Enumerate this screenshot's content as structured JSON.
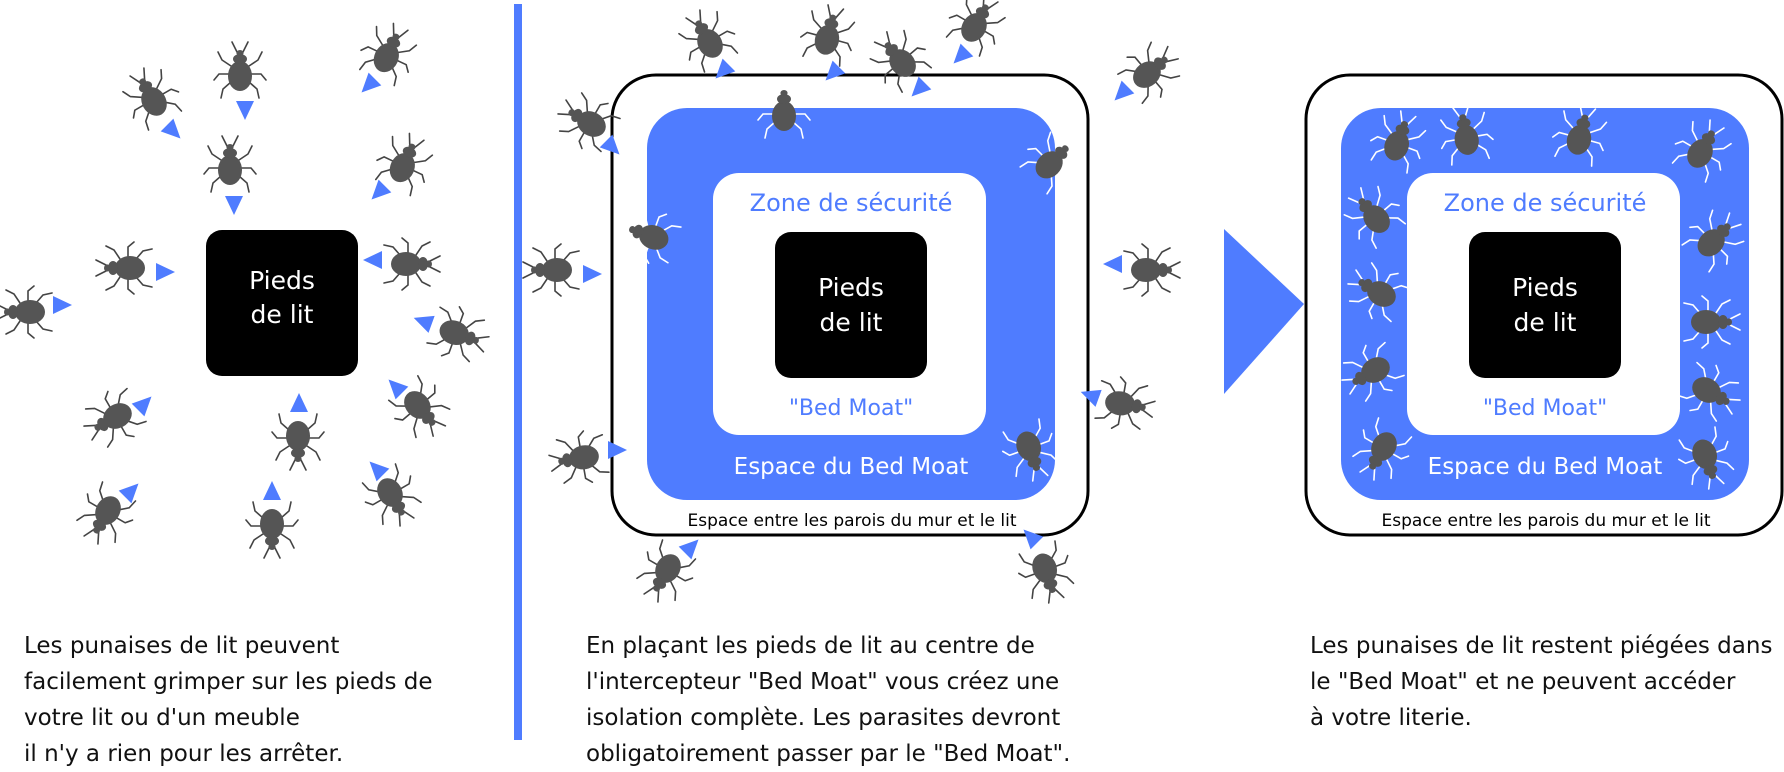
{
  "colors": {
    "accent": "#4f7cff",
    "bug": "#555555",
    "ink": "#000000",
    "leg_dark": "#444444",
    "leg_light": "#ffffff"
  },
  "icons": {
    "bug": "bed-bug-icon",
    "pointer": "triangle-arrow-icon",
    "next": "play-arrow-icon"
  },
  "panel1": {
    "leg_label_1": "Pieds",
    "leg_label_2": "de lit",
    "caption": [
      "Les punaises de lit peuvent",
      "facilement grimper sur les pieds de",
      "votre lit ou d'un meuble",
      "il n'y a rien pour les arrêter."
    ]
  },
  "panel2": {
    "safe_zone": "Zone de sécurité",
    "leg_label_1": "Pieds",
    "leg_label_2": "de lit",
    "moat_name": "\"Bed Moat\"",
    "moat_space": "Espace du Bed Moat",
    "wall_gap": "Espace entre les parois du mur et le lit",
    "caption": [
      "En plaçant les pieds de lit au centre de",
      "l'intercepteur \"Bed Moat\" vous créez une",
      "isolation complète. Les parasites devront",
      "obligatoirement passer par le \"Bed Moat\"."
    ]
  },
  "panel3": {
    "safe_zone": "Zone de sécurité",
    "leg_label_1": "Pieds",
    "leg_label_2": "de lit",
    "moat_name": "\"Bed Moat\"",
    "moat_space": "Espace du Bed Moat",
    "wall_gap": "Espace entre les parois du mur et le lit",
    "caption": [
      "Les punaises de lit restent piégées dans",
      "le \"Bed Moat\" et ne peuvent accéder",
      "à votre literie."
    ]
  }
}
